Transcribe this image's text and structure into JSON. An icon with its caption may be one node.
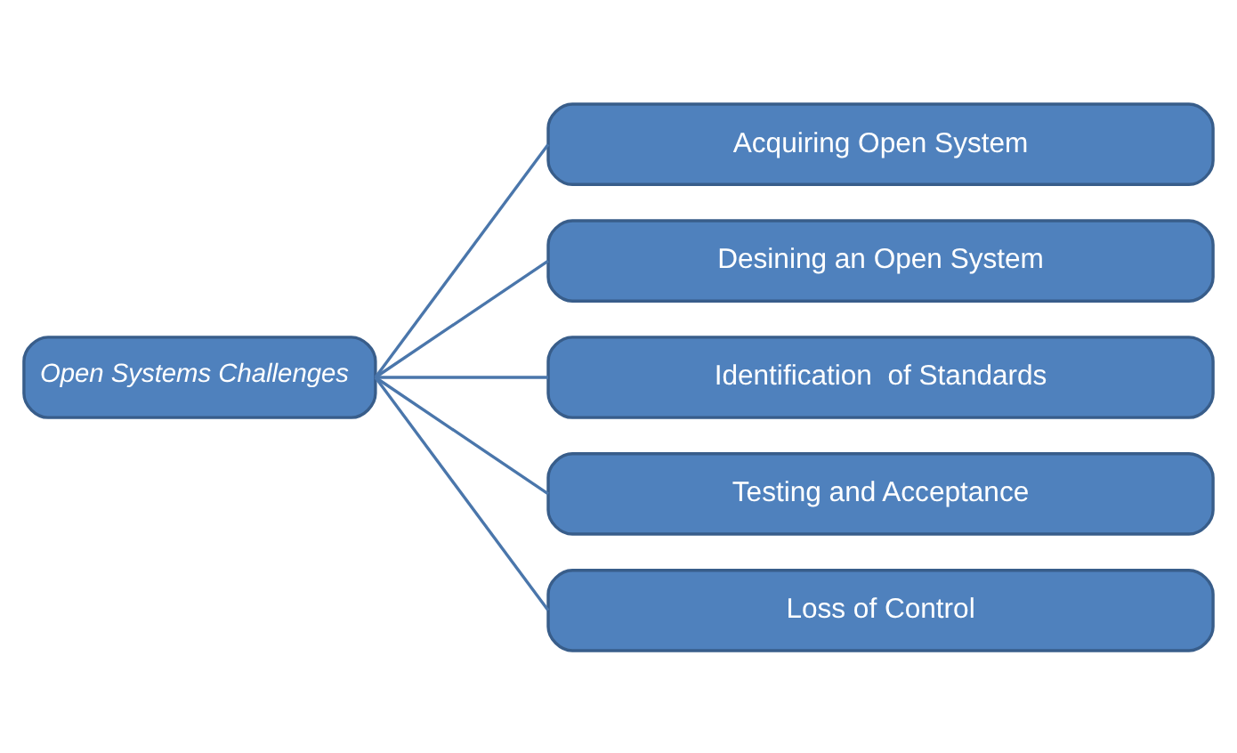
{
  "diagram": {
    "nodes": [
      {
        "text": [
          "Open Systems Challenges"
        ]
      },
      {
        "text": [
          "Acquiring Open System"
        ]
      },
      {
        "text": [
          "Desining an Open System"
        ]
      },
      {
        "text": [
          "Identification  of Standards"
        ]
      },
      {
        "text": [
          "Testing and Acceptance"
        ]
      },
      {
        "text": [
          "Loss of Control"
        ]
      }
    ],
    "edges": [
      {
        "from": 0,
        "to": 1,
        "arrow": "none"
      },
      {
        "from": 0,
        "to": 2,
        "arrow": "none"
      },
      {
        "from": 0,
        "to": 3,
        "arrow": "none"
      },
      {
        "from": 0,
        "to": 4,
        "arrow": "none"
      },
      {
        "from": 0,
        "to": 5,
        "arrow": "none"
      }
    ]
  }
}
